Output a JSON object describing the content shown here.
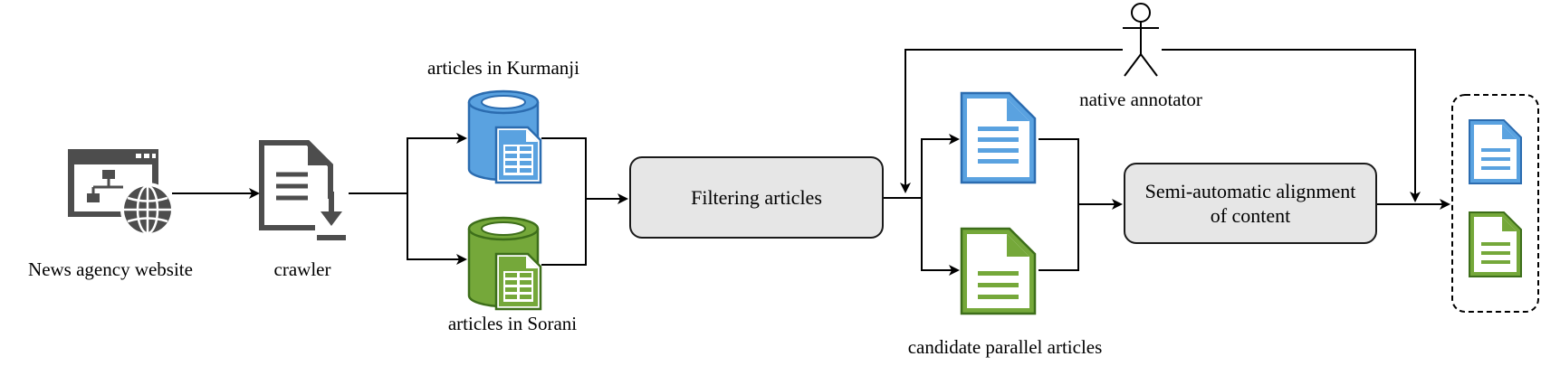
{
  "labels": {
    "website": "News agency website",
    "crawler": "crawler",
    "kurmanji": "articles in Kurmanji",
    "sorani": "articles in Sorani",
    "candidates": "candidate parallel articles",
    "annotator": "native annotator"
  },
  "boxes": {
    "filtering": "Filtering articles",
    "alignment_line1": "Semi-automatic alignment",
    "alignment_line2": "of content"
  },
  "colors": {
    "blue_fill": "#5aa2e0",
    "blue_stroke": "#2b6cb0",
    "green_fill": "#75a83a",
    "green_stroke": "#3d6e1a",
    "icon_gray": "#4d4d4d",
    "line": "#000000",
    "box_fill": "#e6e6e6"
  },
  "icons": [
    "website-icon",
    "crawler-download-icon",
    "database-kurmanji-icon",
    "database-sorani-icon",
    "document-blue-icon",
    "document-green-icon",
    "annotator-person-icon"
  ]
}
